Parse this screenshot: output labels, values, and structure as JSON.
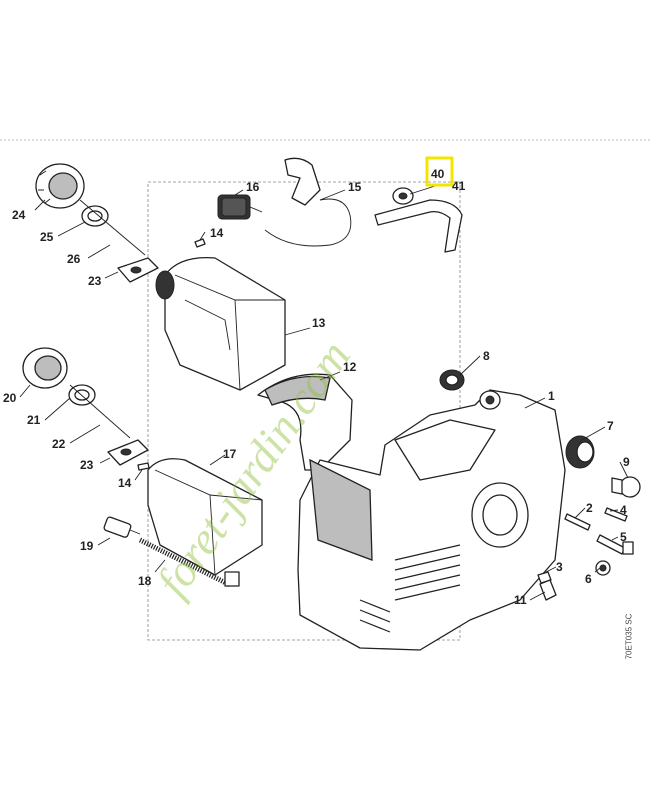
{
  "diagram": {
    "callouts": [
      {
        "id": "1",
        "text": "1"
      },
      {
        "id": "2",
        "text": "2"
      },
      {
        "id": "3",
        "text": "3"
      },
      {
        "id": "4",
        "text": "4"
      },
      {
        "id": "5",
        "text": "5"
      },
      {
        "id": "6",
        "text": "6"
      },
      {
        "id": "7",
        "text": "7"
      },
      {
        "id": "8",
        "text": "8"
      },
      {
        "id": "9",
        "text": "9"
      },
      {
        "id": "11",
        "text": "11"
      },
      {
        "id": "12",
        "text": "12"
      },
      {
        "id": "13",
        "text": "13"
      },
      {
        "id": "14a",
        "text": "14"
      },
      {
        "id": "14b",
        "text": "14"
      },
      {
        "id": "15",
        "text": "15"
      },
      {
        "id": "16",
        "text": "16"
      },
      {
        "id": "17",
        "text": "17"
      },
      {
        "id": "18",
        "text": "18"
      },
      {
        "id": "19",
        "text": "19"
      },
      {
        "id": "20",
        "text": "20"
      },
      {
        "id": "21",
        "text": "21"
      },
      {
        "id": "22",
        "text": "22"
      },
      {
        "id": "23a",
        "text": "23"
      },
      {
        "id": "23b",
        "text": "23"
      },
      {
        "id": "24",
        "text": "24"
      },
      {
        "id": "25",
        "text": "25"
      },
      {
        "id": "26",
        "text": "26"
      },
      {
        "id": "40",
        "text": "40"
      },
      {
        "id": "41",
        "text": "41"
      }
    ],
    "highlighted_callout": "40",
    "highlight_color": "#f2e600",
    "drawing_code": "70ET035 SC",
    "watermark": {
      "text": "foret-jardin.com",
      "color": "#8fbf3a"
    }
  }
}
